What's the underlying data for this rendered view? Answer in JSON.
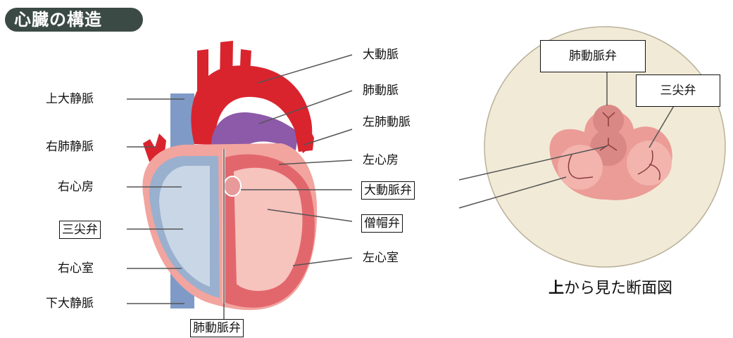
{
  "title": "心臓の構造",
  "heart_labels": {
    "superior_vena_cava": "上大静脈",
    "right_pulmonary_vein": "右肺静脈",
    "right_atrium": "右心房",
    "tricuspid_valve": "三尖弁",
    "right_ventricle": "右心室",
    "inferior_vena_cava": "下大静脈",
    "pulmonary_valve": "肺動脈弁",
    "aorta": "大動脈",
    "pulmonary_artery": "肺動脈",
    "left_pulmonary_artery": "左肺動脈",
    "left_atrium": "左心房",
    "aortic_valve": "大動脈弁",
    "mitral_valve": "僧帽弁",
    "left_ventricle": "左心室"
  },
  "cross_section": {
    "pulmonary_valve": "肺動脈弁",
    "tricuspid_valve": "三尖弁",
    "caption_bold": "上",
    "caption_rest": "から見た断面図"
  },
  "colors": {
    "title_badge": "#3b4a45",
    "heart_red": "#d9242e",
    "heart_pink": "#f2a49f",
    "vein_blue": "#7f9ac7",
    "pulmonary_purple": "#8c5aa8",
    "circle_bg": "#f1ead6"
  }
}
